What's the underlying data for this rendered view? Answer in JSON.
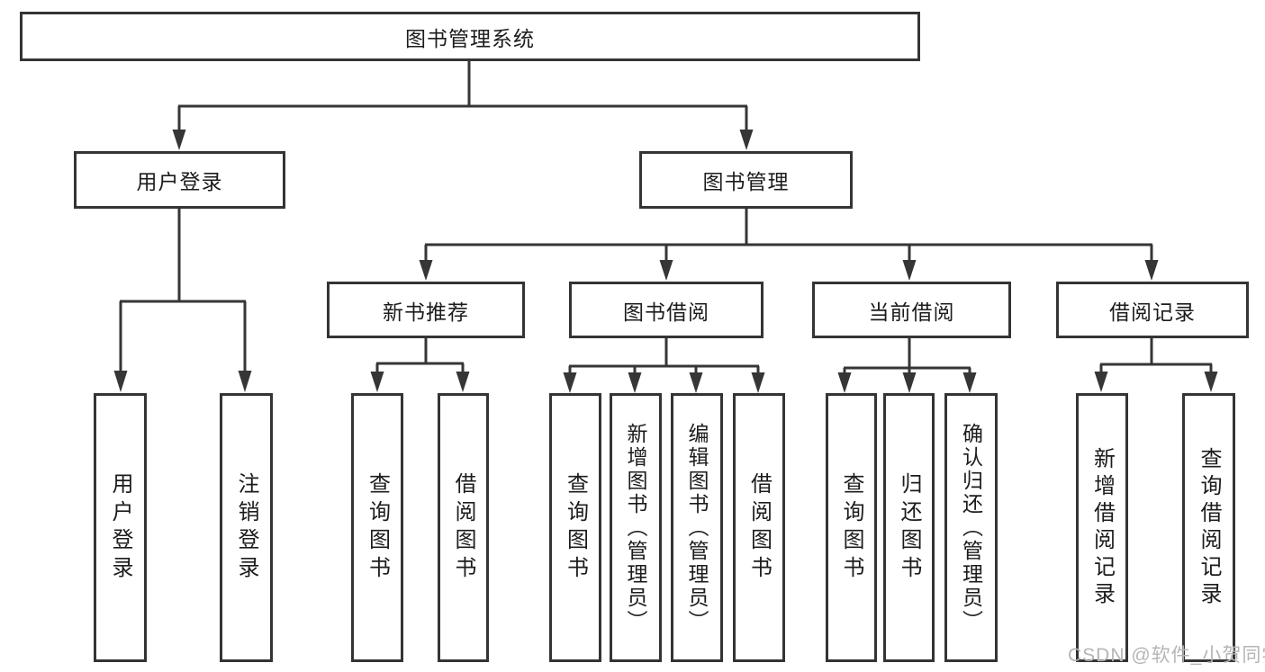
{
  "tree": {
    "label": "图书管理系统",
    "children": [
      {
        "label": "用户登录",
        "children": [
          {
            "label": "用户登录"
          },
          {
            "label": "注销登录"
          }
        ]
      },
      {
        "label": "图书管理",
        "children": [
          {
            "label": "新书推荐",
            "children": [
              {
                "label": "查询图书"
              },
              {
                "label": "借阅图书"
              }
            ]
          },
          {
            "label": "图书借阅",
            "children": [
              {
                "label": "查询图书"
              },
              {
                "label": "新增图书（管理员）"
              },
              {
                "label": "编辑图书（管理员）"
              },
              {
                "label": "借阅图书"
              }
            ]
          },
          {
            "label": "当前借阅",
            "children": [
              {
                "label": "查询图书"
              },
              {
                "label": "归还图书"
              },
              {
                "label": "确认归还（管理员）"
              }
            ]
          },
          {
            "label": "借阅记录",
            "children": [
              {
                "label": "新增借阅记录"
              },
              {
                "label": "查询借阅记录"
              }
            ]
          }
        ]
      }
    ]
  },
  "colors": {
    "line": "#363636",
    "box_border": "#343434",
    "text": "#1c1c1c",
    "background": "#ffffff",
    "watermark": "#b5b5b5"
  },
  "watermark": {
    "text": "CSDN @软件_小贺同学"
  }
}
